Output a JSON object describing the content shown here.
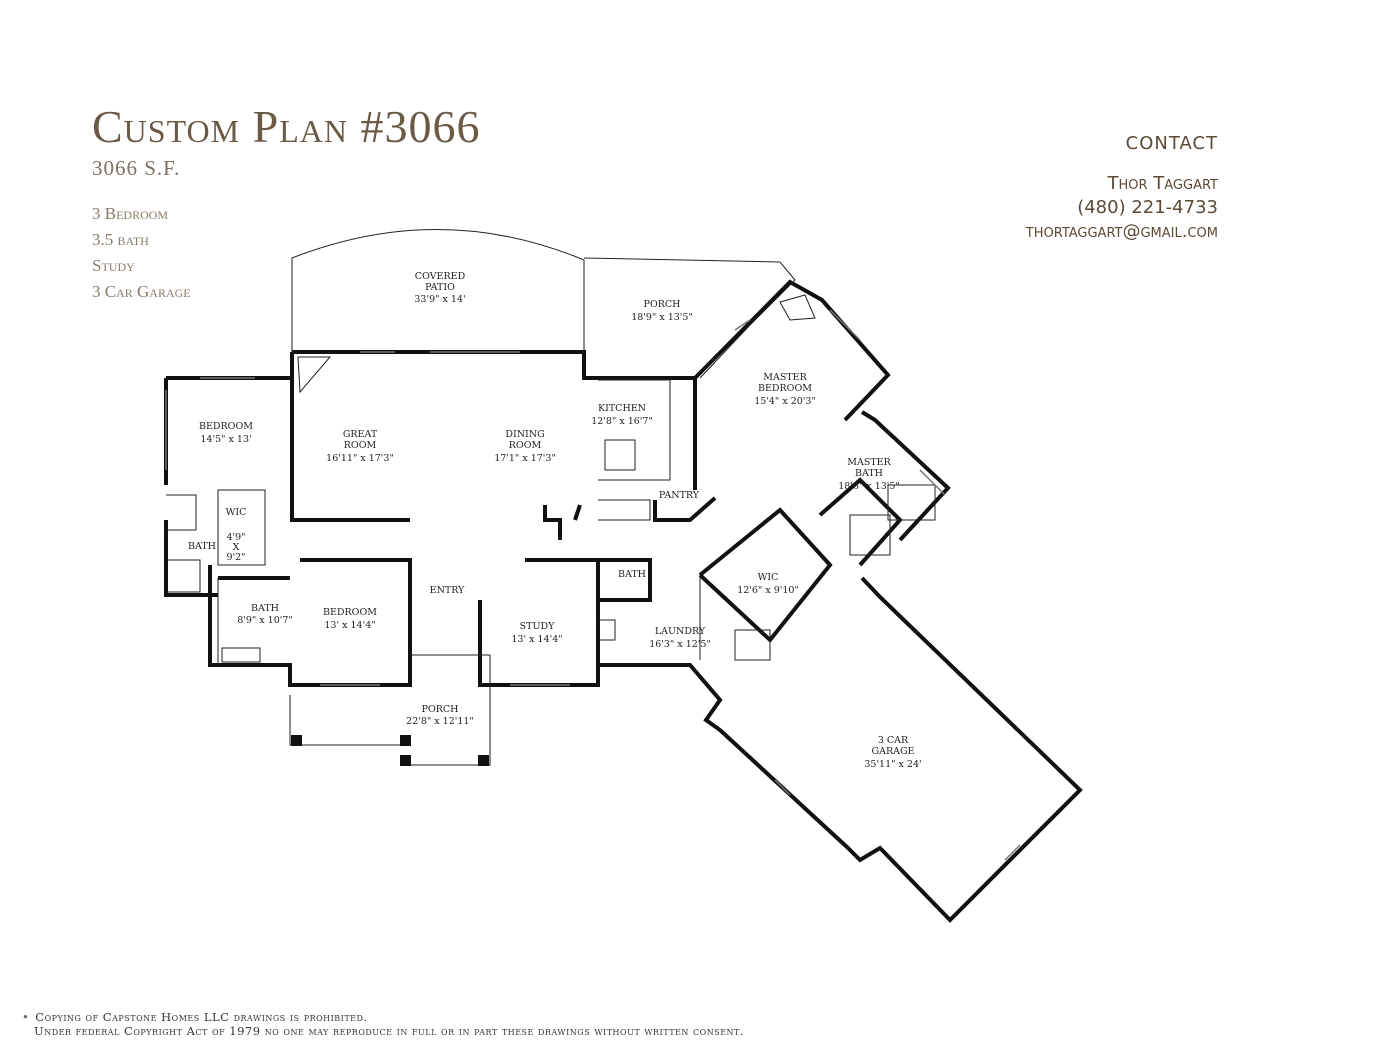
{
  "header": {
    "title": "Custom Plan #3066",
    "square_feet": "3066 S.F."
  },
  "features": [
    "3 Bedroom",
    "3.5 bath",
    "Study",
    "3 Car Garage"
  ],
  "contact": {
    "heading": "CONTACT",
    "name": "Thor Taggart",
    "phone": "(480) 221-4733",
    "email": "thortaggart@gmail.com"
  },
  "rooms": {
    "covered_patio": {
      "name_1": "COVERED",
      "name_2": "PATIO",
      "dims": "33'9\" x 14'"
    },
    "porch_rear": {
      "name": "PORCH",
      "dims": "18'9\" x 13'5\""
    },
    "master_bedroom": {
      "name_1": "MASTER",
      "name_2": "BEDROOM",
      "dims": "15'4\" x 20'3\""
    },
    "kitchen": {
      "name": "KITCHEN",
      "dims": "12'8\" x 16'7\""
    },
    "bedroom_1": {
      "name": "BEDROOM",
      "dims": "14'5\" x 13'"
    },
    "great_room": {
      "name_1": "GREAT",
      "name_2": "ROOM",
      "dims": "16'11\" x 17'3\""
    },
    "dining_room": {
      "name_1": "DINING",
      "name_2": "ROOM",
      "dims": "17'1\" x 17'3\""
    },
    "master_bath": {
      "name_1": "MASTER",
      "name_2": "BATH",
      "dims": "18'6\" x 13'5\""
    },
    "pantry": {
      "name": "PANTRY"
    },
    "wic_small": {
      "name": "WIC",
      "dims_1": "4'9\"",
      "dims_x": "X",
      "dims_2": "9'2\""
    },
    "bath_left": {
      "name": "BATH"
    },
    "wic_master": {
      "name": "WIC",
      "dims": "12'6\" x 9'10\""
    },
    "bath_half": {
      "name": "BATH"
    },
    "entry": {
      "name": "ENTRY"
    },
    "bath_mid": {
      "name": "BATH",
      "dims": "8'9\" x 10'7\""
    },
    "bedroom_2": {
      "name": "BEDROOM",
      "dims": "13' x 14'4\""
    },
    "study": {
      "name": "STUDY",
      "dims": "13' x 14'4\""
    },
    "laundry": {
      "name": "LAUNDRY",
      "dims": "16'3\" x 12'5\""
    },
    "porch_front": {
      "name": "PORCH",
      "dims": "22'8\" x 12'11\""
    },
    "garage": {
      "name_1": "3 CAR",
      "name_2": "GARAGE",
      "dims": "35'11\" x 24'"
    }
  },
  "footer": {
    "line1": "Copying of Capstone Homes LLC drawings is prohibited.",
    "line2": "Under federal Copyright Act of 1979 no one may reproduce in full or in part these drawings without written consent."
  }
}
